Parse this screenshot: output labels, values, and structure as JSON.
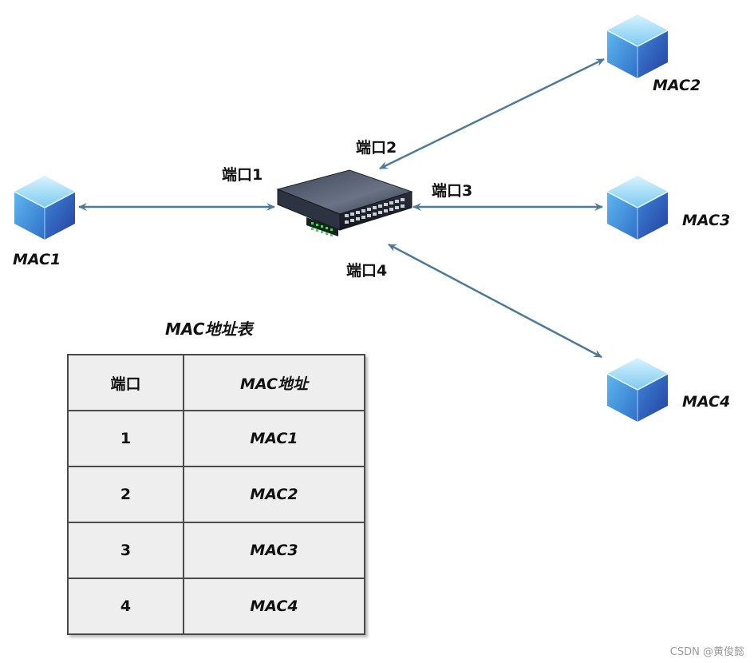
{
  "nodes": {
    "mac1": "MAC1",
    "mac2": "MAC2",
    "mac3": "MAC3",
    "mac4": "MAC4"
  },
  "ports": {
    "p1": "端口1",
    "p2": "端口2",
    "p3": "端口3",
    "p4": "端口4"
  },
  "table": {
    "title": "MAC地址表",
    "headers": [
      "端口",
      "MAC地址"
    ],
    "rows": [
      {
        "port": "1",
        "mac": "MAC1"
      },
      {
        "port": "2",
        "mac": "MAC2"
      },
      {
        "port": "3",
        "mac": "MAC3"
      },
      {
        "port": "4",
        "mac": "MAC4"
      }
    ]
  },
  "watermark": "CSDN @黄俊懿",
  "colors": {
    "connector": "#4d7a99",
    "cube_light": "#8ed8f8",
    "cube_dark": "#2e5fb8",
    "table_fill": "#eeeeee",
    "table_border": "#4a4a4a"
  }
}
